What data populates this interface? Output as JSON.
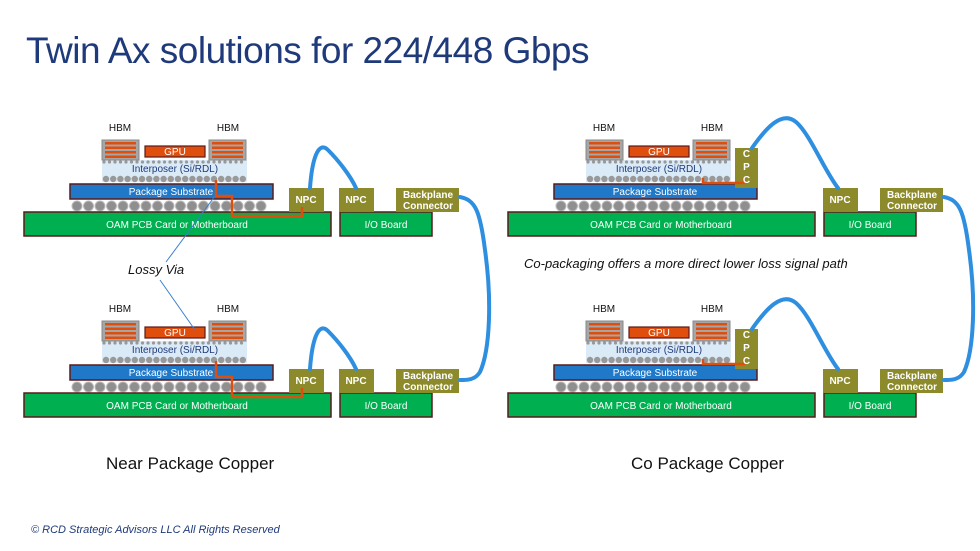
{
  "title": "Twin Ax solutions for 224/448 Gbps",
  "footer": "© RCD Strategic Advisors LLC All Rights Reserved",
  "labels": {
    "hbm": "HBM",
    "gpu": "GPU",
    "interposer": "Interposer (Si/RDL)",
    "substrate": "Package Substrate",
    "pcb": "OAM PCB Card or Motherboard",
    "npc": "NPC",
    "cpc": "CPC",
    "io_board": "I/O Board",
    "backplane_line1": "Backplane",
    "backplane_line2": "Connector"
  },
  "annotations": {
    "lossy_via": "Lossy Via",
    "co_packaging": "Co-packaging offers a more direct lower loss signal path"
  },
  "captions": {
    "left": "Near Package Copper",
    "right": "Co Package Copper"
  },
  "colors": {
    "title": "#1f3a7a",
    "pcb_green": "#00b050",
    "substrate_blue": "#1f78c8",
    "interposer": "#dbeaf7",
    "connector_olive": "#8c8a2b",
    "gpu_orange": "#e04e0e",
    "cable_blue": "#2e8fe0",
    "border": "#5a1a1a"
  }
}
